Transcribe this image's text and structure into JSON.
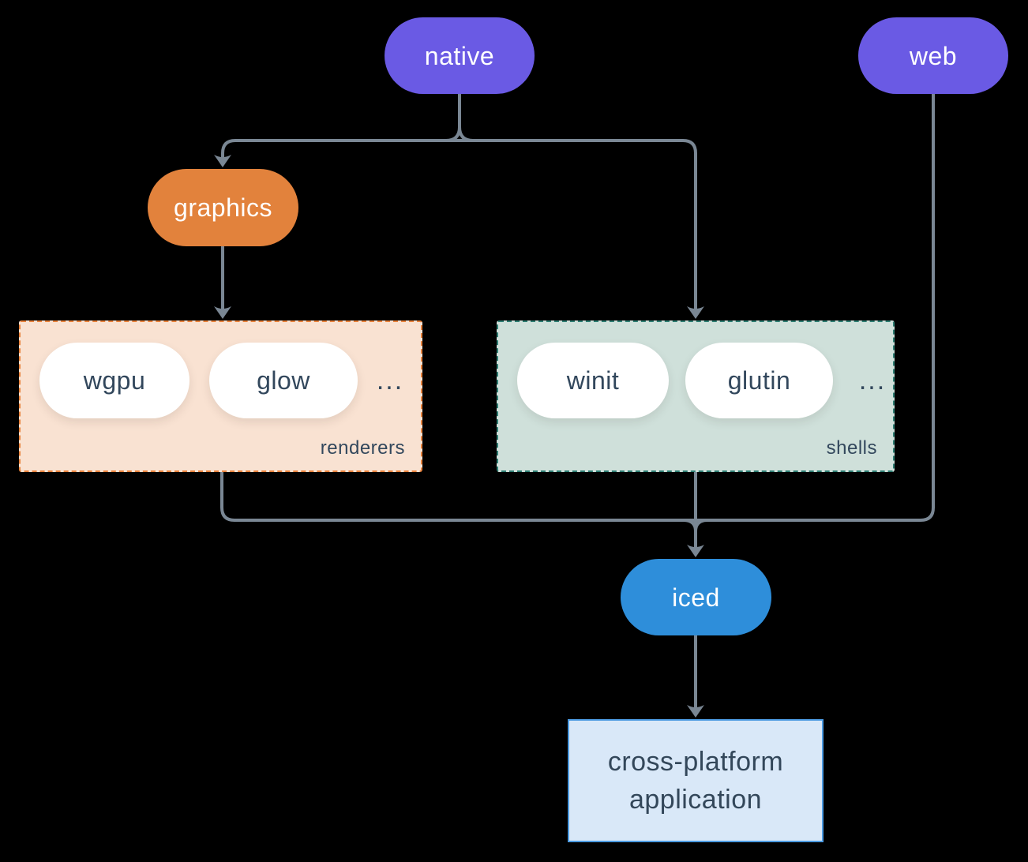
{
  "diagram": {
    "background_color": "#000000",
    "edge_color": "#7a8794",
    "nodes": {
      "native": {
        "label": "native",
        "bg": "#6a5ae4",
        "text_color": "#ffffff"
      },
      "web": {
        "label": "web",
        "bg": "#6a5ae4",
        "text_color": "#ffffff"
      },
      "graphics": {
        "label": "graphics",
        "bg": "#e2823c",
        "text_color": "#ffffff"
      },
      "wgpu": {
        "label": "wgpu",
        "bg": "#ffffff",
        "text_color": "#32475c"
      },
      "glow": {
        "label": "glow",
        "bg": "#ffffff",
        "text_color": "#32475c"
      },
      "winit": {
        "label": "winit",
        "bg": "#ffffff",
        "text_color": "#32475c"
      },
      "glutin": {
        "label": "glutin",
        "bg": "#ffffff",
        "text_color": "#32475c"
      },
      "iced": {
        "label": "iced",
        "bg": "#2e8eda",
        "text_color": "#ffffff"
      }
    },
    "groups": {
      "renderers": {
        "label": "renderers",
        "ellipsis": "...",
        "fill": "#f9e2d2",
        "border": "#e8823c"
      },
      "shells": {
        "label": "shells",
        "ellipsis": "...",
        "fill": "#cfe0da",
        "border": "#2e7d72"
      }
    },
    "app_box": {
      "line1": "cross-platform",
      "line2": "application",
      "fill": "#d9e8f8",
      "border": "#4b9ae1",
      "text_color": "#33475a"
    }
  }
}
